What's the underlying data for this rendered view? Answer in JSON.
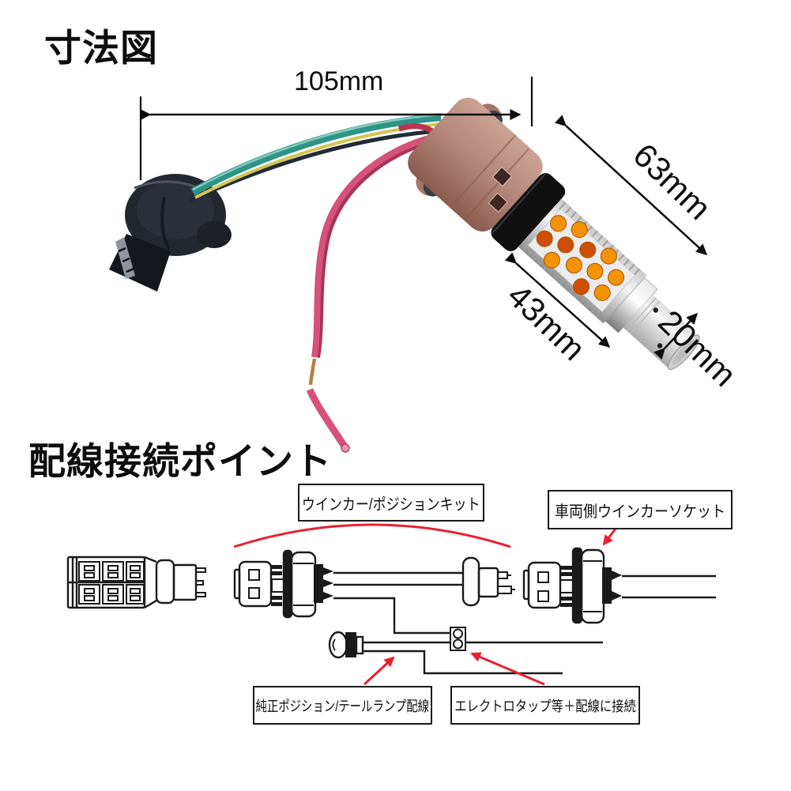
{
  "dimension_section": {
    "title": "寸法図",
    "dims": {
      "wire_length": "105mm",
      "overall_length": "63mm",
      "led_body_length": "43mm",
      "tip_diameter": "20mm"
    }
  },
  "wiring_section": {
    "title": "配線接続ポイント",
    "callouts": {
      "kit_label": "ウインカー/ポジションキット",
      "vehicle_socket_label": "車両側ウインカーソケット",
      "position_wire_label": "純正ポジション/テールランプ配線",
      "electro_tap_label": "エレクトロタップ等＋配線に接続"
    }
  },
  "colors": {
    "annotation_red": "#e8212e",
    "line_black": "#1a1a1a",
    "led_amber": "#f39204",
    "led_deep_orange": "#cf4e06",
    "socket_tan": "#b28579",
    "wire_teal": "#2f9488",
    "wire_pink": "#d6527a"
  }
}
